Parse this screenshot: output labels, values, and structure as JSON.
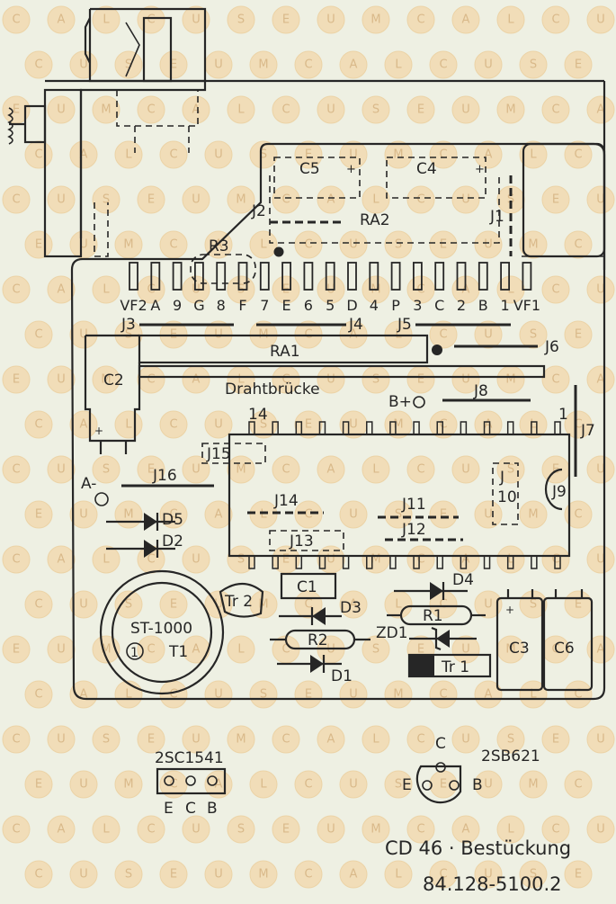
{
  "diagram": {
    "watermark_text": "CALCUSEUM",
    "components": {
      "C5": "C5",
      "C4": "C4",
      "RA2": "RA2",
      "J1": "J1",
      "J2": "J2",
      "R3": "R3",
      "J3": "J3",
      "J4": "J4",
      "J5": "J5",
      "J6": "J6",
      "RA1": "RA1",
      "C2": "C2",
      "drahtbruecke": "Drahtbrücke",
      "J8": "J8",
      "J7": "J7",
      "B_plus": "B+",
      "A_minus": "A-",
      "J15": "J15",
      "J16": "J16",
      "J14": "J14",
      "J11": "J11",
      "J12": "J12",
      "J13": "J13",
      "J10": "J10",
      "J9": "J9",
      "D5": "D5",
      "D2": "D2",
      "C1": "C1",
      "Tr2": "Tr 2",
      "D4": "D4",
      "D3": "D3",
      "R1": "R1",
      "R2": "R2",
      "ZD1": "ZD1",
      "D1": "D1",
      "Tr1": "Tr 1",
      "C3": "C3",
      "C6": "C6",
      "ST1000": "ST-1000",
      "T1": "T1",
      "one": "1",
      "ic_pin_14": "14",
      "ic_pin_1": "1"
    },
    "pin_labels": [
      "VF2",
      "A",
      "9",
      "G",
      "8",
      "F",
      "7",
      "E",
      "6",
      "5",
      "D",
      "4",
      "P",
      "3",
      "C",
      "2",
      "B",
      "1",
      "VF1"
    ],
    "transistor_2SC1541": {
      "name": "2SC1541",
      "pins": [
        "E",
        "C",
        "B"
      ]
    },
    "transistor_2SB621": {
      "name": "2SB621",
      "c": "C",
      "e": "E",
      "b": "B"
    },
    "title": "CD 46 · Bestückung",
    "part_number": "84.128-5100.2"
  }
}
